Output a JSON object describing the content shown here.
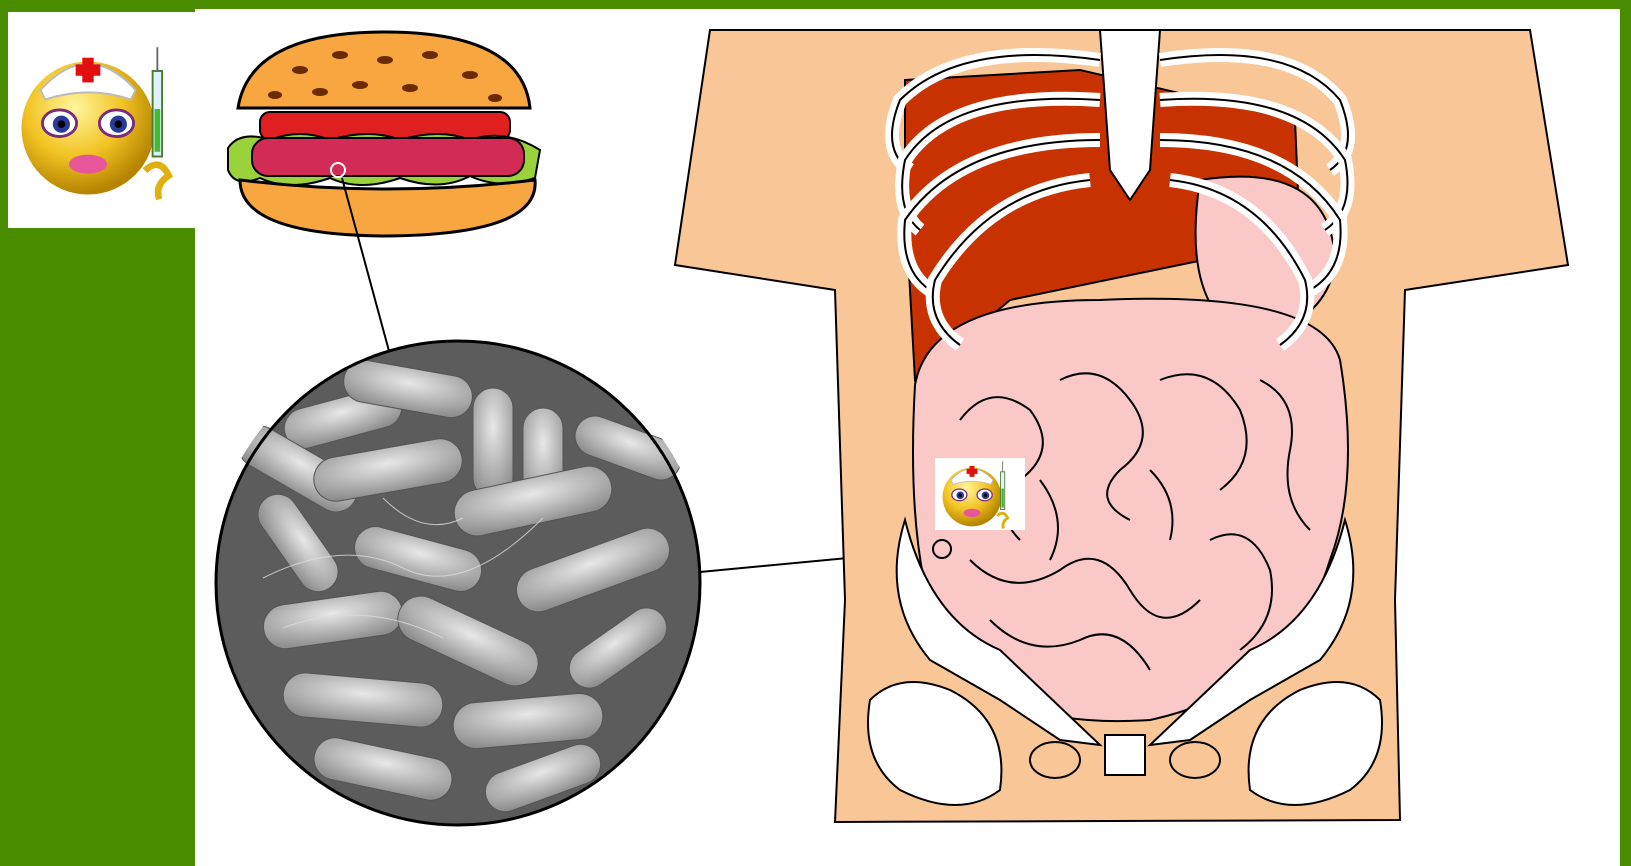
{
  "slide": {
    "background": "#ffffff",
    "frame_color": "#4a8c00",
    "text": []
  },
  "images": {
    "nurse_avatar_large": "nurse-smiley-with-syringe",
    "hamburger": "hamburger-clipart",
    "bacteria_micrograph": "rod-shaped-bacteria-electron-micrograph",
    "torso_anatomy": "human-torso-ribs-liver-intestines-pelvis",
    "nurse_avatar_small": "nurse-smiley-in-intestine"
  },
  "colors": {
    "skin": "#f9c698",
    "bone": "#ffffff",
    "liver": "#c83200",
    "intestine": "#fbc8c8",
    "outline": "#000000",
    "bun": "#f7a640",
    "meat": "#d22b55",
    "lettuce": "#9ad23c",
    "bacteria_bg": "#6b6b6b",
    "bacteria_rod": "#bdbdbd"
  }
}
